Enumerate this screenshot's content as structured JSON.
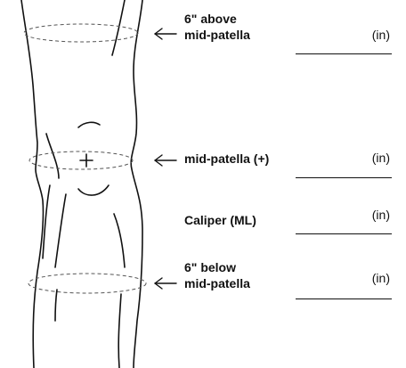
{
  "measurements": [
    {
      "label_lines": [
        "6\" above",
        "mid-patella"
      ],
      "unit": "(in)",
      "value": ""
    },
    {
      "label_lines": [
        "mid-patella (+)"
      ],
      "unit": "(in)",
      "value": ""
    },
    {
      "label_lines": [
        "Caliper (ML)"
      ],
      "unit": "(in)",
      "value": ""
    },
    {
      "label_lines": [
        "6\" below",
        "mid-patella"
      ],
      "unit": "(in)",
      "value": ""
    }
  ]
}
